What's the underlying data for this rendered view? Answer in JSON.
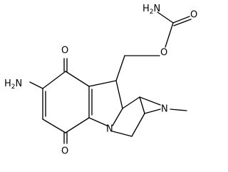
{
  "atoms": {
    "amine_carbamate": "H",
    "amine_carbamate_sub": "2",
    "amine_carbamate_tail": "N",
    "carbonyl_o_carbamate": "O",
    "ester_o": "O",
    "amine_ring_h": "H",
    "amine_ring_sub": "2",
    "amine_ring_tail": "N",
    "quinone_o_top": "O",
    "quinone_o_bottom": "O",
    "indole_n": "N",
    "aziridine_n": "N"
  }
}
